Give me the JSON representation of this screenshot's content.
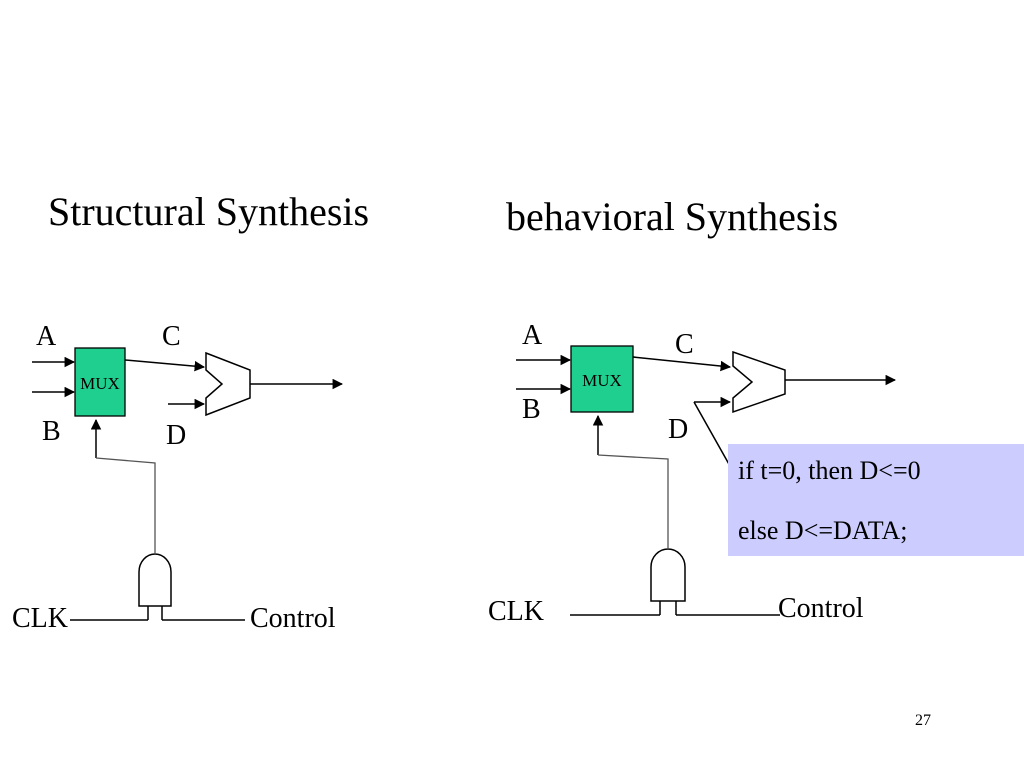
{
  "colors": {
    "mux_fill": "#1ecf8f",
    "code_box_bg": "#ccccff",
    "wire": "#000000"
  },
  "slide": {
    "left_title": "Structural Synthesis",
    "right_title": "behavioral Synthesis",
    "page_number": "27"
  },
  "structural": {
    "label_a": "A",
    "label_b": "B",
    "label_c": "C",
    "label_d": "D",
    "mux_label": "MUX",
    "clk_label": "CLK",
    "control_label": "Control"
  },
  "behavioral": {
    "label_a": "A",
    "label_b": "B",
    "label_c": "C",
    "label_d": "D",
    "mux_label": "MUX",
    "clk_label": "CLK",
    "control_label": "Control",
    "code_lines": [
      "if t=0, then D<=0",
      "else D<=DATA;"
    ]
  }
}
